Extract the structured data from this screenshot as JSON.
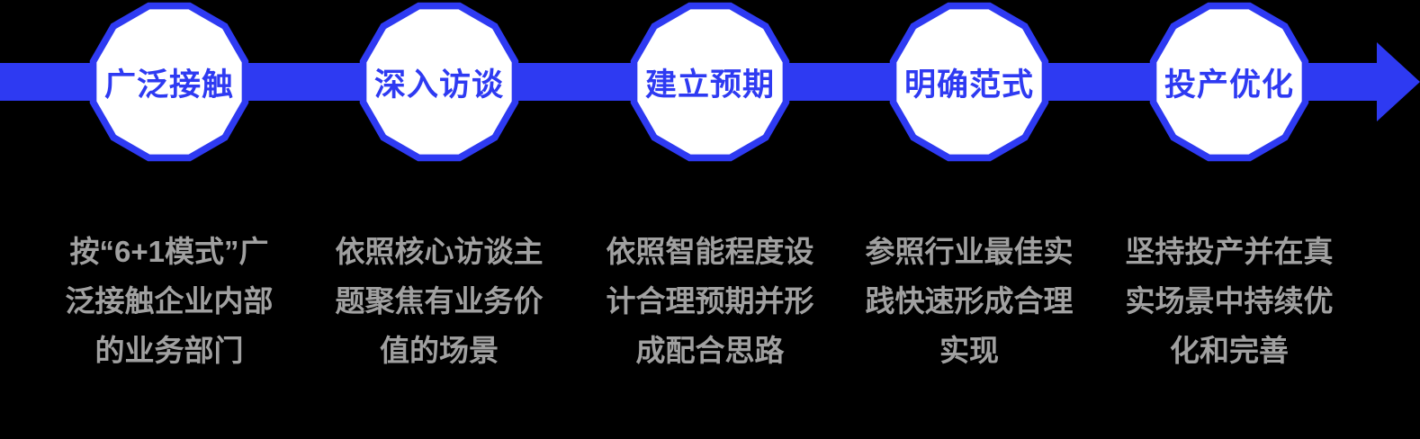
{
  "diagram": {
    "type": "process-timeline",
    "direction": "left-to-right",
    "step_count": 5
  },
  "colors": {
    "accent": "#2E3AF2",
    "badge_fill": "#FFFFFF",
    "description_text": "#A0A0A0",
    "background": "#000000"
  },
  "icons": {
    "arrow": "right-arrow-icon",
    "badge_shape": "dodecagon-badge"
  },
  "steps": [
    {
      "label": "广泛接触",
      "desc_lines": [
        "按“6+1模式”广",
        "泛接触企业内部",
        "的业务部门"
      ]
    },
    {
      "label": "深入访谈",
      "desc_lines": [
        "依照核心访谈主",
        "题聚焦有业务价",
        "值的场景"
      ]
    },
    {
      "label": "建立预期",
      "desc_lines": [
        "依照智能程度设",
        "计合理预期并形",
        "成配合思路"
      ]
    },
    {
      "label": "明确范式",
      "desc_lines": [
        "参照行业最佳实",
        "践快速形成合理",
        "实现"
      ]
    },
    {
      "label": "投产优化",
      "desc_lines": [
        "坚持投产并在真",
        "实场景中持续优",
        "化和完善"
      ]
    }
  ]
}
